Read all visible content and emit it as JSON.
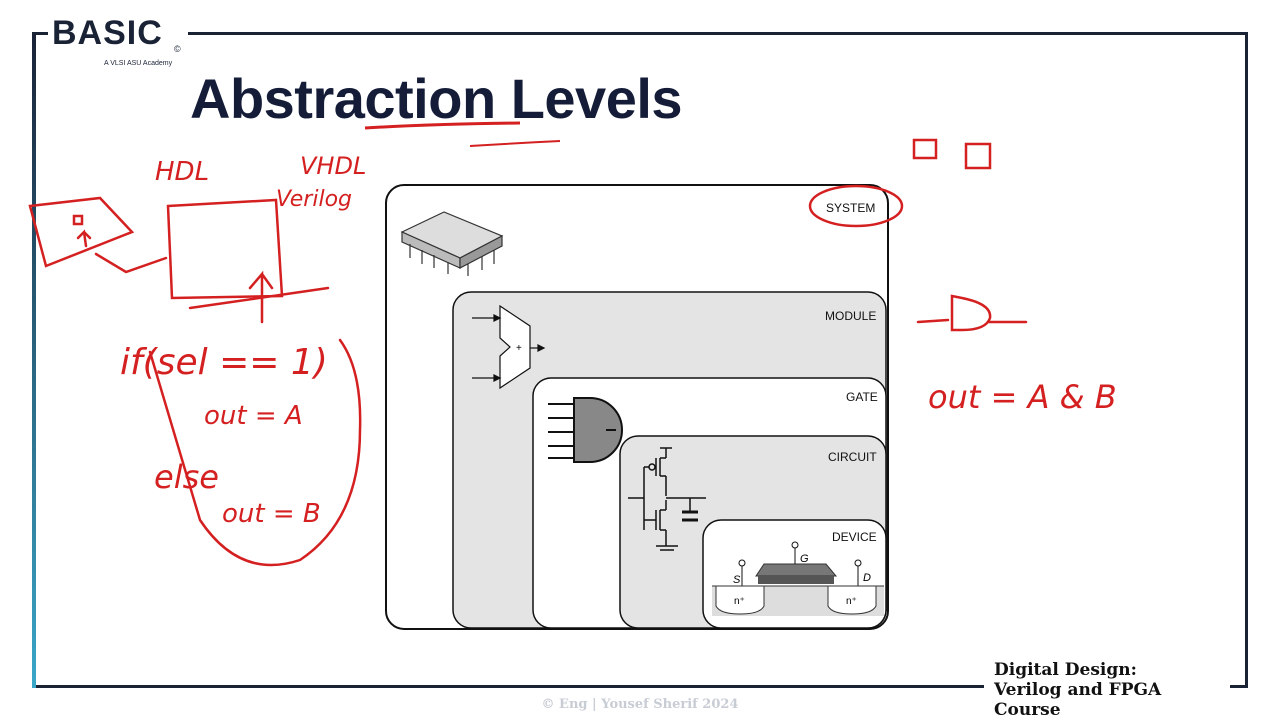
{
  "logo": {
    "text": "BASIC",
    "subtitle": "A VLSI ASU Academy",
    "mark": "©"
  },
  "title": "Abstraction Levels",
  "diagram": {
    "levels": [
      "SYSTEM",
      "MODULE",
      "GATE",
      "CIRCUIT",
      "DEVICE"
    ],
    "device_labels": {
      "gate": "G",
      "source": "S",
      "drain": "D",
      "left_doping": "n⁺",
      "right_doping": "n⁺"
    },
    "adder_symbol": "+"
  },
  "annotations": {
    "hdl": "HDL",
    "vhdl": "VHDL",
    "verilog": "Verilog",
    "if_line": "if(sel == 1)",
    "out_a": "out = A",
    "else": "else",
    "out_b": "out = B",
    "and_expr": "out = A & B"
  },
  "course": {
    "line1": "Digital Design:",
    "line2": "Verilog and FPGA Course"
  },
  "copyright": "© Eng | Yousef Sherif 2024",
  "colors": {
    "ink": "#d42020",
    "navy": "#141c38",
    "panel": "#e4e4e4"
  }
}
